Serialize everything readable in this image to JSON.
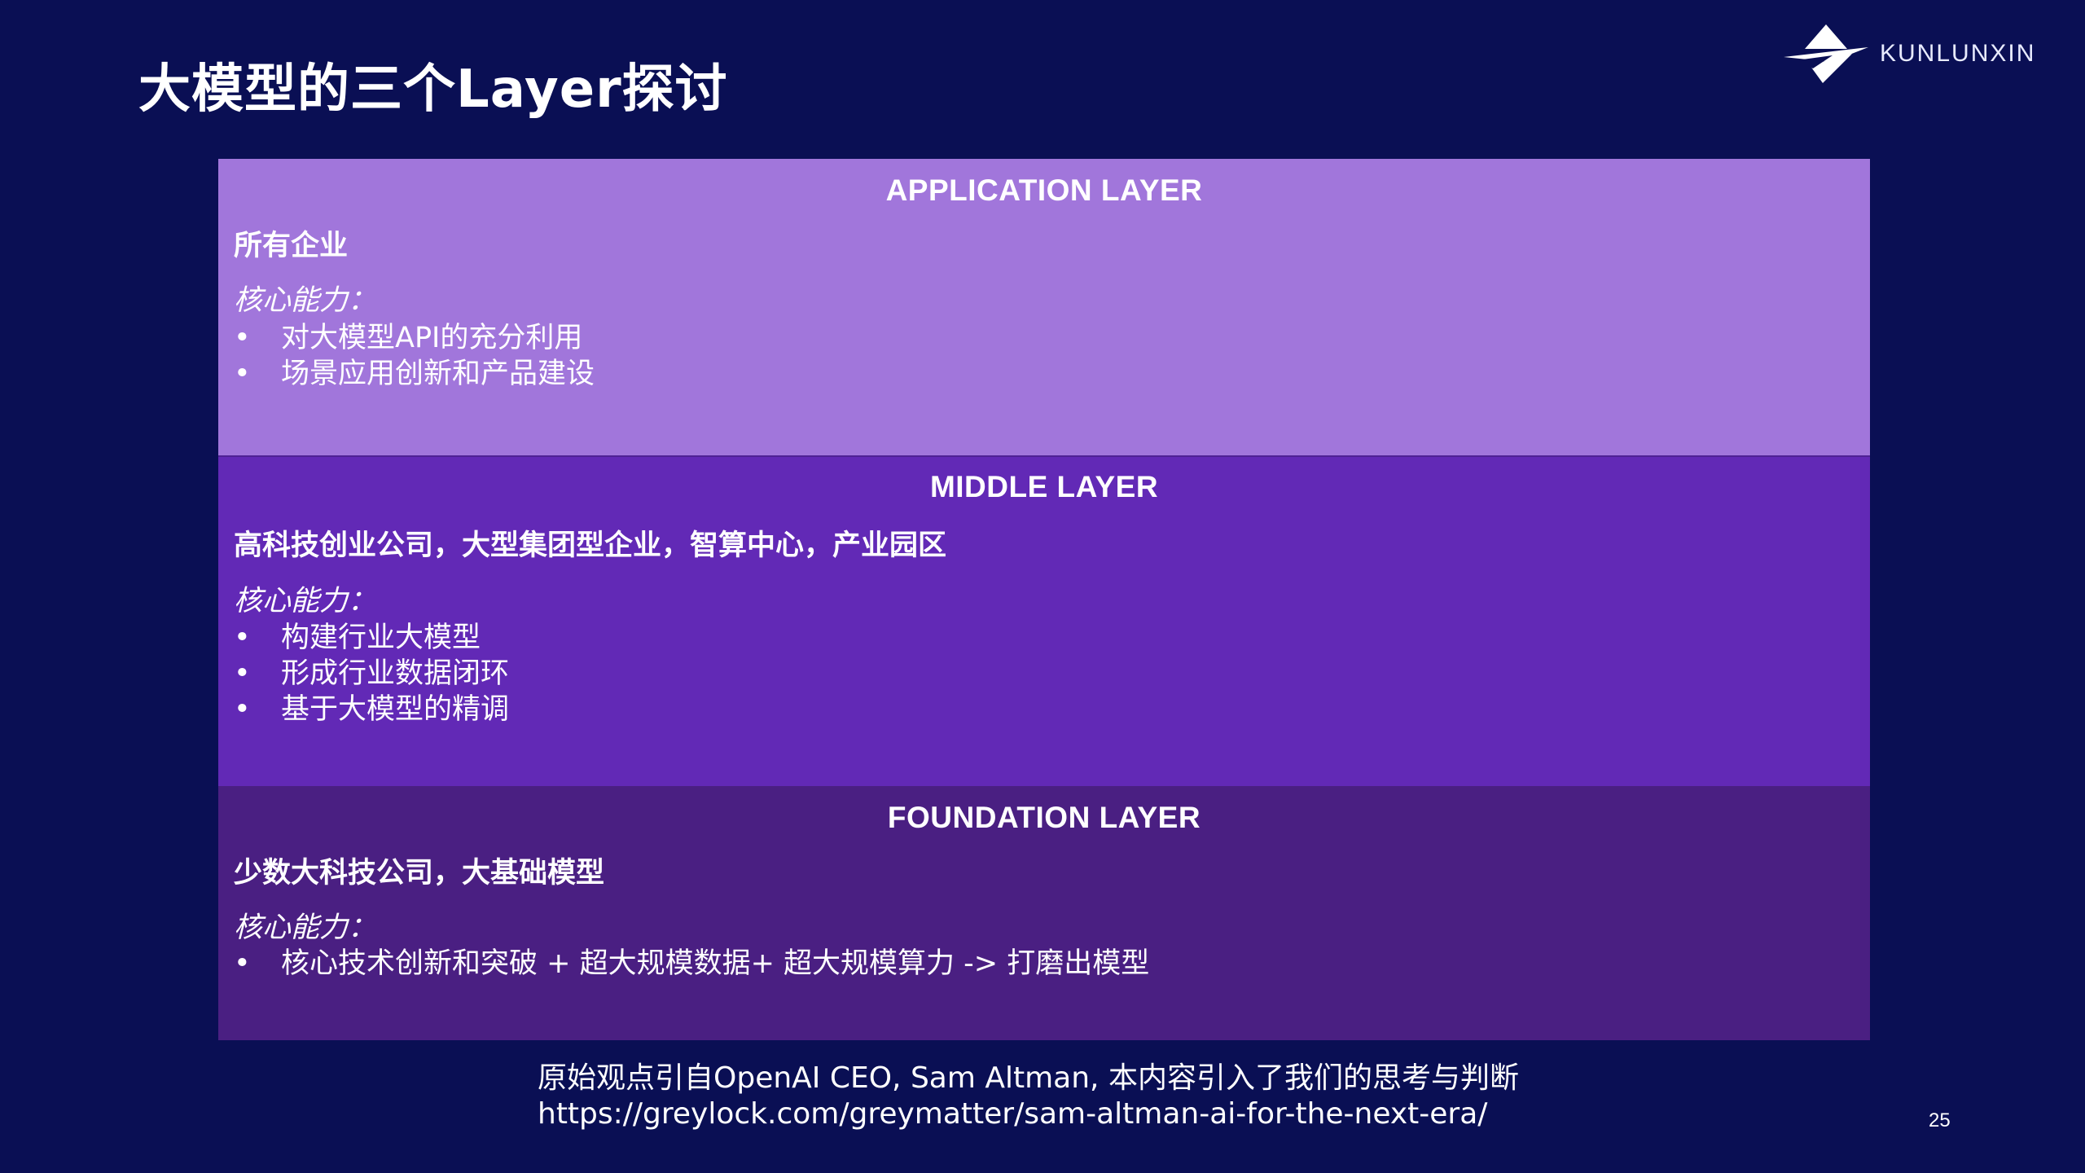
{
  "page_title": "大模型的三个Layer探讨",
  "logo": {
    "text": "KUNLUNXIN",
    "icon": "kunlunxin-logo-icon"
  },
  "layers": [
    {
      "title": "APPLICATION LAYER",
      "who": "所有企业",
      "capability_label": "核心能力：",
      "bullets": [
        "对大模型API的充分利用",
        "场景应用创新和产品建设"
      ],
      "color": "#a176db"
    },
    {
      "title": "MIDDLE LAYER",
      "who": "高科技创业公司，大型集团型企业，智算中心，产业园区",
      "capability_label": "核心能力：",
      "bullets": [
        "构建行业大模型",
        "形成行业数据闭环",
        "基于大模型的精调"
      ],
      "color": "#6229b6"
    },
    {
      "title": "FOUNDATION LAYER",
      "who": "少数大科技公司，大基础模型",
      "capability_label": "核心能力：",
      "bullets": [
        "核心技术创新和突破 + 超大规模数据+ 超大规模算力 -> 打磨出模型"
      ],
      "color": "#4a1f82"
    }
  ],
  "source": {
    "note": "原始观点引自OpenAI CEO, Sam Altman, 本内容引入了我们的思考与判断",
    "url": "https://greylock.com/greymatter/sam-altman-ai-for-the-next-era/"
  },
  "page_number": "25",
  "colors": {
    "background": "#0a0f54",
    "text": "#ffffff"
  }
}
